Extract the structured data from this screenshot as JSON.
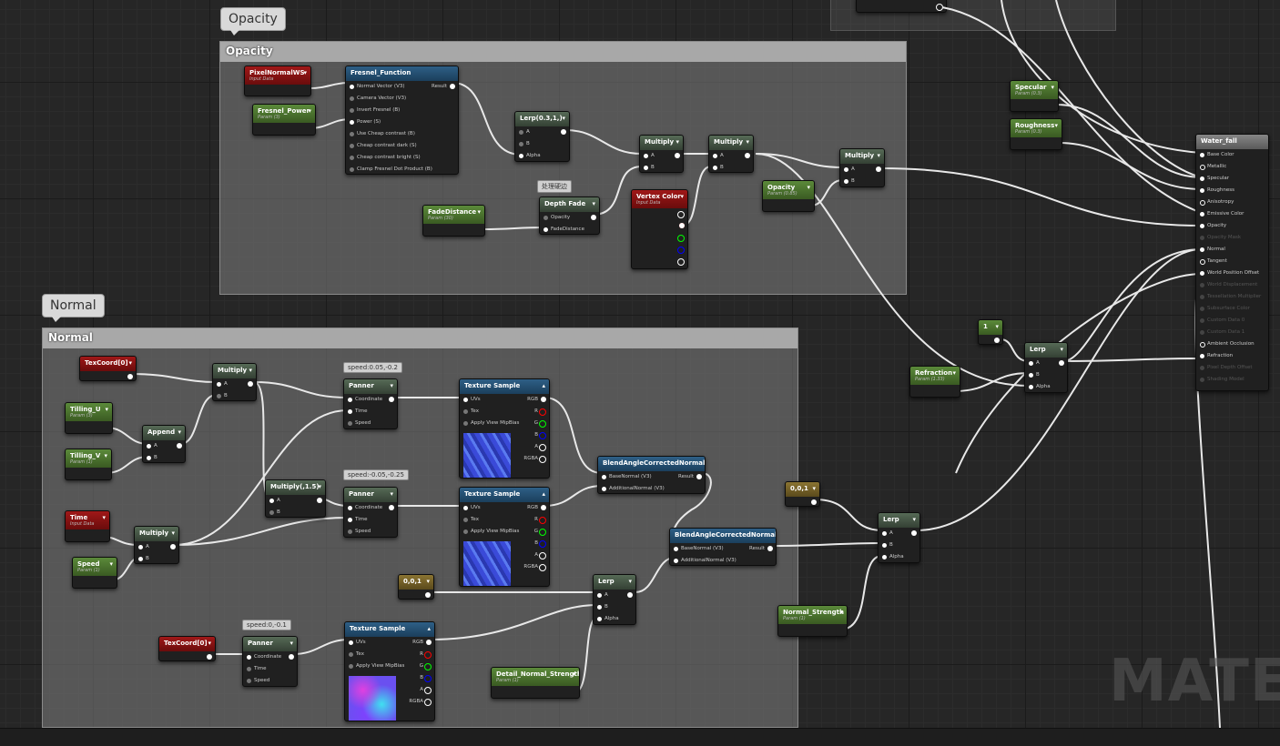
{
  "comments": {
    "opacity_bubble": "Opacity",
    "opacity_header": "Opacity",
    "normal_bubble": "Normal",
    "normal_header": "Normal"
  },
  "nodes": {
    "pixelnormalws": {
      "title": "PixelNormalWS",
      "sub": "Input Data"
    },
    "fresnel_power": {
      "title": "Fresnel_Power",
      "sub": "Param (3)"
    },
    "fresnel_function": {
      "title": "Fresnel_Function",
      "inputs": [
        "Normal Vector (V3)",
        "Camera Vector (V3)",
        "Invert Fresnel (B)",
        "Power (S)",
        "Use Cheap contrast (B)",
        "Cheap contrast dark (S)",
        "Cheap contrast bright (S)",
        "Clamp Fresnel Dot Product (B)"
      ],
      "output": "Result"
    },
    "lerp_031": {
      "title": "Lerp(0.3,1,)",
      "inputs": [
        "A",
        "B",
        "Alpha"
      ]
    },
    "multiply_a": {
      "title": "Multiply",
      "inputs": [
        "A",
        "B"
      ]
    },
    "multiply_b": {
      "title": "Multiply",
      "inputs": [
        "A",
        "B"
      ]
    },
    "multiply_c": {
      "title": "Multiply",
      "inputs": [
        "A",
        "B"
      ]
    },
    "fade_distance": {
      "title": "FadeDistance",
      "sub": "Param (30)"
    },
    "depth_fade": {
      "title": "Depth Fade",
      "inputs": [
        "Opacity",
        "FadeDistance"
      ],
      "tag": "处理硬边"
    },
    "vertex_color": {
      "title": "Vertex Color",
      "sub": "Input Data"
    },
    "opacity_param": {
      "title": "Opacity",
      "sub": "Param (0.85)"
    },
    "specular": {
      "title": "Specular",
      "sub": "Param (0.3)"
    },
    "roughness": {
      "title": "Roughness",
      "sub": "Param (0.3)"
    },
    "water_fall": {
      "title": "Water_fall",
      "inputs": [
        "Base Color",
        "Metallic",
        "Specular",
        "Roughness",
        "Anisotropy",
        "Emissive Color",
        "Opacity",
        "Opacity Mask",
        "Normal",
        "Tangent",
        "World Position Offset",
        "World Displacement",
        "Tessellation Multiplier",
        "Subsurface Color",
        "Custom Data 0",
        "Custom Data 1",
        "Ambient Occlusion",
        "Refraction",
        "Pixel Depth Offset",
        "Shading Model"
      ]
    },
    "const_one": {
      "title": "1"
    },
    "refraction": {
      "title": "Refraction",
      "sub": "Param (1.33)"
    },
    "lerp_refr": {
      "title": "Lerp",
      "inputs": [
        "A",
        "B",
        "Alpha"
      ]
    },
    "texcoord0_a": {
      "title": "TexCoord[0]"
    },
    "tilling_u": {
      "title": "Tilling_U",
      "sub": "Param (3)"
    },
    "tilling_v": {
      "title": "Tilling_V",
      "sub": "Param (1)"
    },
    "append": {
      "title": "Append",
      "inputs": [
        "A",
        "B"
      ]
    },
    "multiply_n1": {
      "title": "Multiply",
      "inputs": [
        "A",
        "B"
      ]
    },
    "panner_1": {
      "title": "Panner",
      "inputs": [
        "Coordinate",
        "Time",
        "Speed"
      ],
      "tag": "speed:0.05,-0.2"
    },
    "texture_1": {
      "title": "Texture Sample",
      "inputs": [
        "UVs",
        "Tex",
        "Apply View MipBias"
      ],
      "outputs": [
        "RGB",
        "R",
        "G",
        "B",
        "A",
        "RGBA"
      ]
    },
    "multiply_15": {
      "title": "Multiply(,1.5)",
      "inputs": [
        "A",
        "B"
      ]
    },
    "panner_2": {
      "title": "Panner",
      "inputs": [
        "Coordinate",
        "Time",
        "Speed"
      ],
      "tag": "speed:-0.05,-0.25"
    },
    "texture_2": {
      "title": "Texture Sample",
      "inputs": [
        "UVs",
        "Tex",
        "Apply View MipBias"
      ],
      "outputs": [
        "RGB",
        "R",
        "G",
        "B",
        "A",
        "RGBA"
      ]
    },
    "blend_1": {
      "title": "BlendAngleCorrectedNormals",
      "inputs": [
        "BaseNormal (V3)",
        "AdditionalNormal (V3)"
      ],
      "output": "Result"
    },
    "time": {
      "title": "Time",
      "sub": "Input Data"
    },
    "multiply_n2": {
      "title": "Multiply",
      "inputs": [
        "A",
        "B"
      ]
    },
    "speed": {
      "title": "Speed",
      "sub": "Param (1)"
    },
    "const_001_a": {
      "title": "0,0,1"
    },
    "lerp_n1": {
      "title": "Lerp",
      "inputs": [
        "A",
        "B",
        "Alpha"
      ]
    },
    "blend_2": {
      "title": "BlendAngleCorrectedNormals",
      "inputs": [
        "BaseNormal (V3)",
        "AdditionalNormal (V3)"
      ],
      "output": "Result"
    },
    "const_001_b": {
      "title": "0,0,1"
    },
    "lerp_n2": {
      "title": "Lerp",
      "inputs": [
        "A",
        "B",
        "Alpha"
      ]
    },
    "normal_strength": {
      "title": "Normal_Strength",
      "sub": "Param (1)"
    },
    "texcoord0_b": {
      "title": "TexCoord[0]"
    },
    "panner_3": {
      "title": "Panner",
      "inputs": [
        "Coordinate",
        "Time",
        "Speed"
      ],
      "tag": "speed:0,-0.1"
    },
    "texture_3": {
      "title": "Texture Sample",
      "inputs": [
        "UVs",
        "Tex",
        "Apply View MipBias"
      ],
      "outputs": [
        "RGB",
        "R",
        "G",
        "B",
        "A",
        "RGBA"
      ]
    },
    "detail_strength": {
      "title": "Detail_Normal_Strength",
      "sub": "Param (1)"
    }
  },
  "watermark": "MATER"
}
